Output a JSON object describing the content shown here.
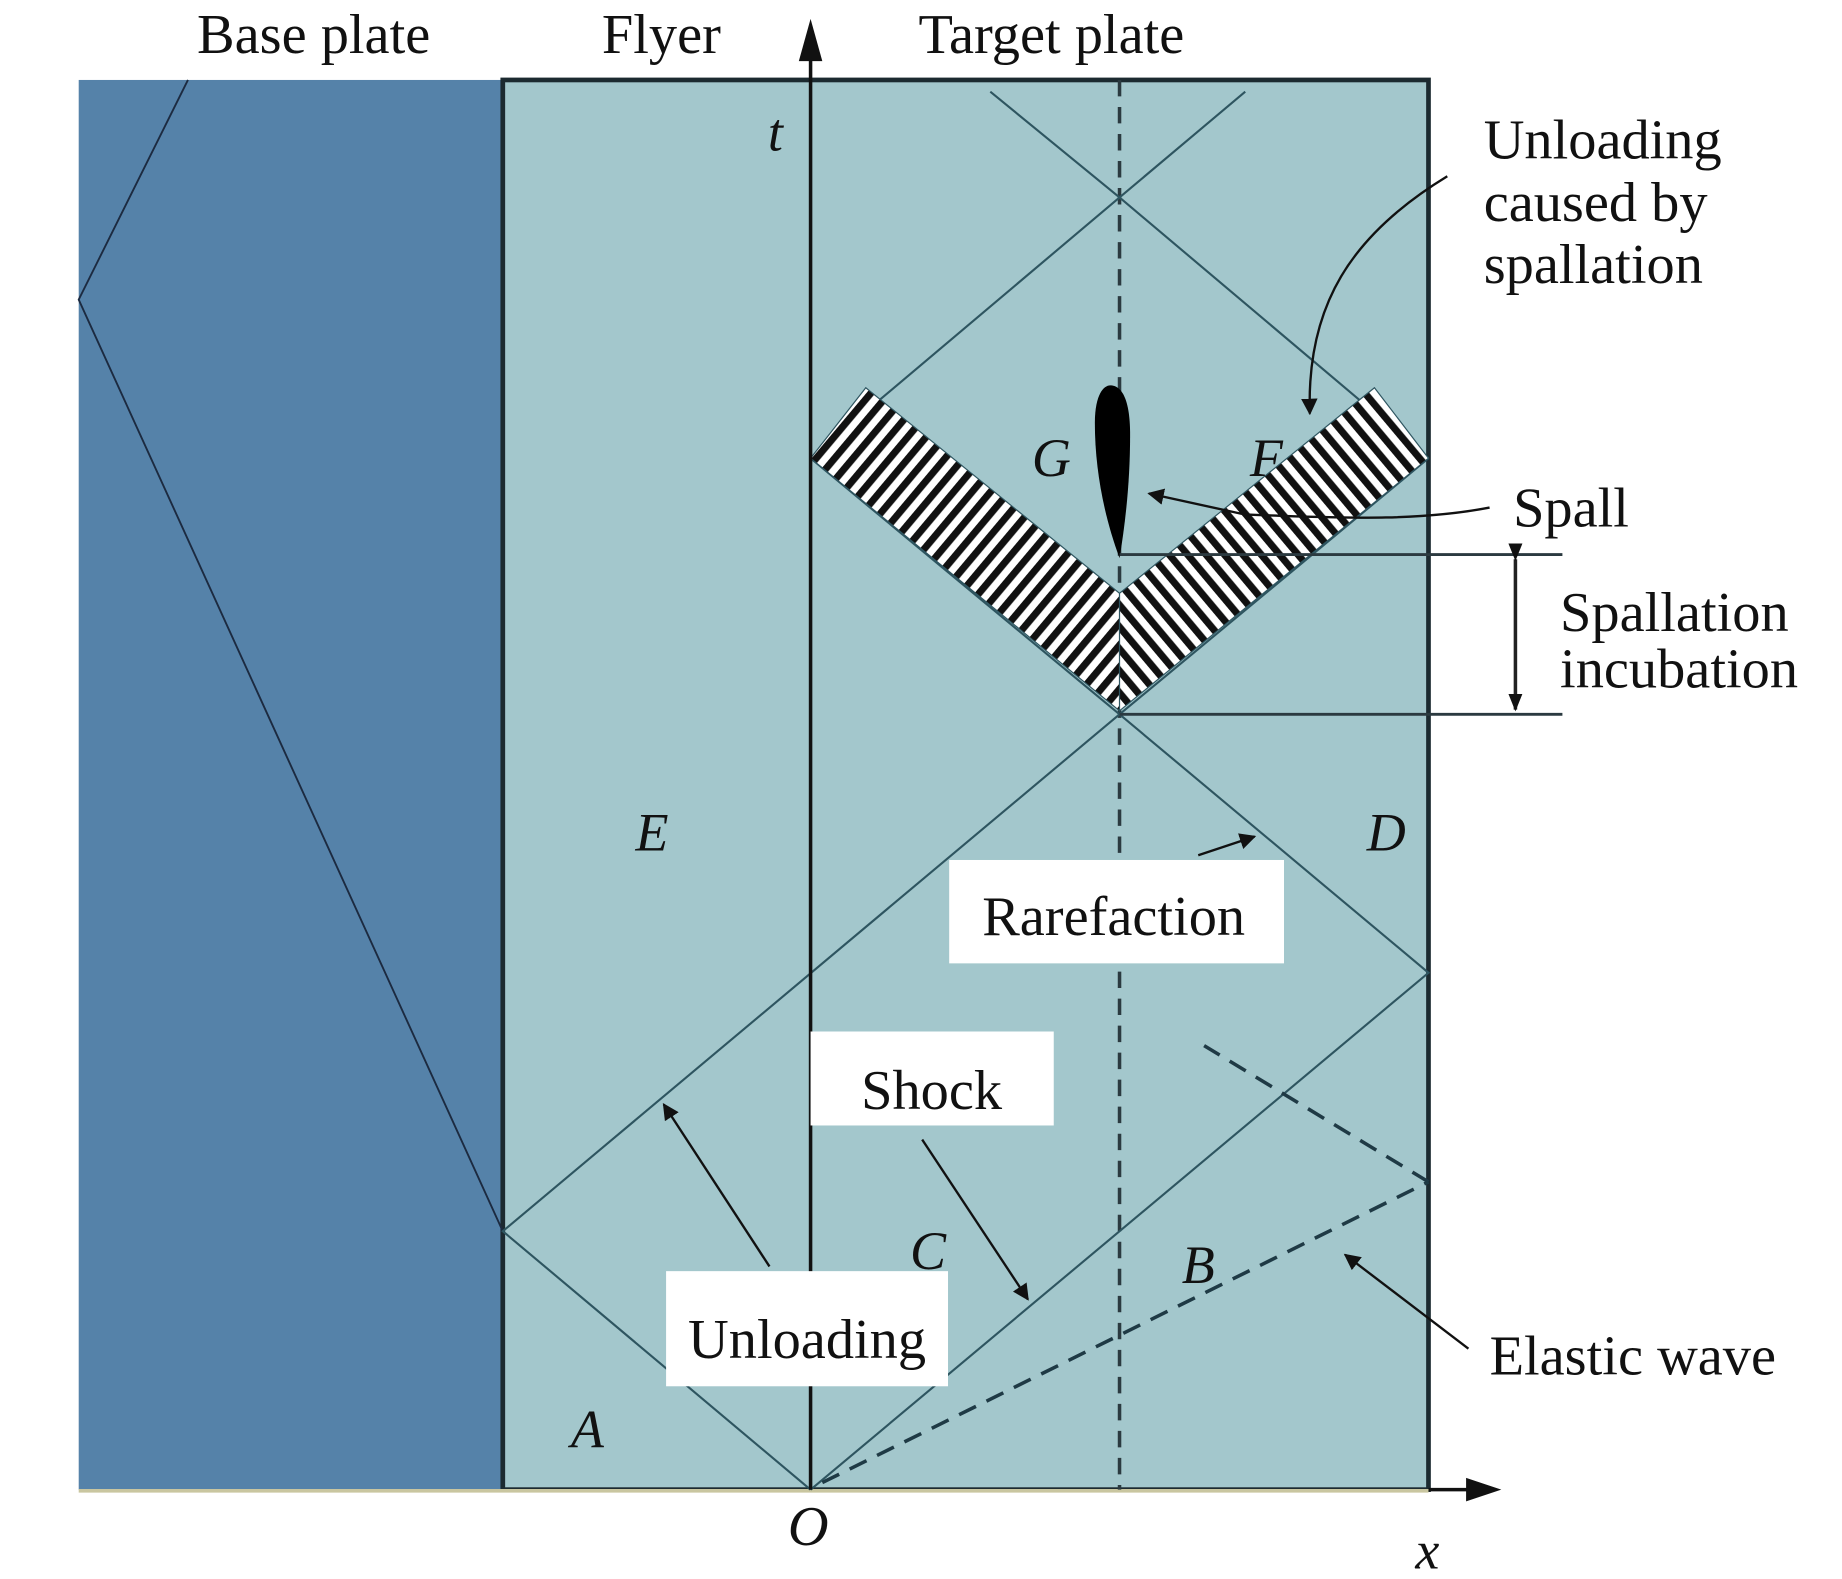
{
  "headers": {
    "base_plate": "Base plate",
    "flyer": "Flyer",
    "target_plate": "Target plate"
  },
  "axes": {
    "t": "t",
    "x": "x",
    "origin": "O"
  },
  "regions": {
    "A": "A",
    "B": "B",
    "C": "C",
    "D": "D",
    "E": "E",
    "F": "F",
    "G": "G"
  },
  "annotations": {
    "unloading_spallation_1": "Unloading",
    "unloading_spallation_2": "caused by",
    "unloading_spallation_3": "spallation",
    "spall": "Spall",
    "spallation_incubation_1": "Spallation",
    "spallation_incubation_2": "incubation",
    "rarefaction": "Rarefaction",
    "shock": "Shock",
    "unloading": "Unloading",
    "elastic_wave": "Elastic wave"
  },
  "colors": {
    "base_plate": "#5582a9",
    "flyer_target": "#a3c7cc",
    "line": "#2b4a55",
    "label_box": "#ffffff"
  }
}
